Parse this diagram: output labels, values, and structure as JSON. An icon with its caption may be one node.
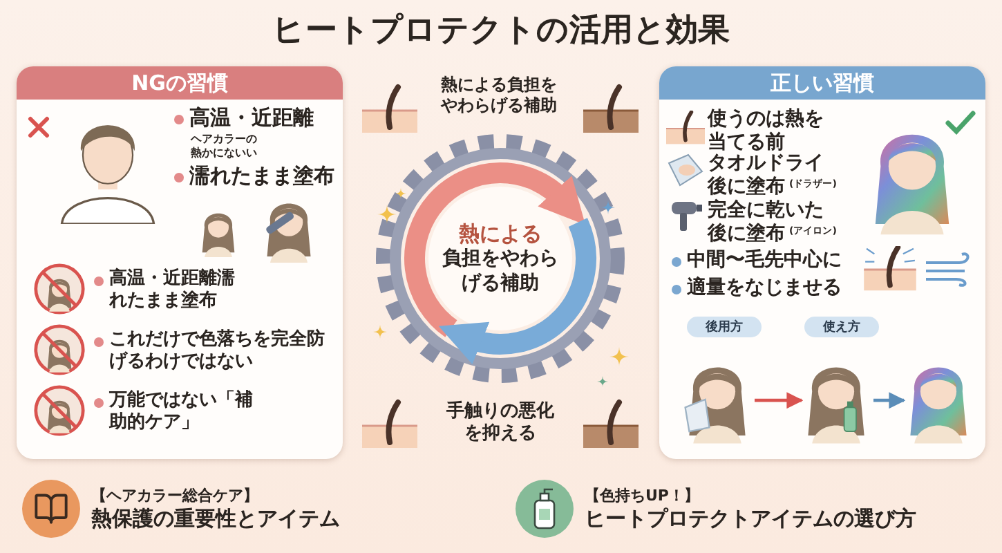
{
  "diagram": {
    "title": "ヒートプロテクトの活用と効果",
    "nodes": [
      {
        "text": [
          "NGの習慣"
        ]
      },
      {
        "text": [
          "正しい習慣"
        ]
      },
      {
        "text": [
          "熱による",
          "負担をやわらげる補助"
        ]
      },
      {
        "text": [
          "後用方"
        ],
        "in": 1
      },
      {
        "text": [
          "使え方"
        ],
        "in": 1
      },
      {
        "text": [],
        "shape": "picture",
        "in": 1
      },
      {
        "text": [],
        "shape": "picture",
        "in": 1
      },
      {
        "text": [],
        "shape": "picture",
        "in": 1
      },
      {
        "text": [
          "【ヘアカラー総合ケア】",
          "熱保護の重要性とアイテム"
        ]
      },
      {
        "text": [
          "【色持ちUP！】",
          "ヒートプロテクトアイテムの選び方"
        ]
      }
    ],
    "edges": [
      {
        "from": 5,
        "to": 6,
        "arrow": "to",
        "color": "#d9534f"
      },
      {
        "from": 6,
        "to": 7,
        "arrow": "to",
        "color": "#5b8db8"
      },
      {
        "from": 2,
        "to": 2,
        "arrow": "to",
        "color": "#eb8f86",
        "style": "thick"
      },
      {
        "from": 2,
        "to": 2,
        "arrow": "to",
        "color": "#79abd8",
        "style": "thick"
      }
    ],
    "labels": [
      "高温・近距離",
      "ヘアカラーの熱かにないい",
      "濡れたまま塗布",
      "高温・近距離濡れたまま塗布",
      "これだけで色落ちを完全防げるわけではない",
      "万能ではない「補助的ケア」",
      "熱による負担をやわらげる補助",
      "使うのは熱を当てる前",
      "タオルドライ後に塗布",
      "(ドラザー)",
      "完全に乾いた後に塗布",
      "(アイロン)",
      "中間〜毛先中心に",
      "適量をなじませる",
      "手触りの悪化を抑える"
    ]
  }
}
